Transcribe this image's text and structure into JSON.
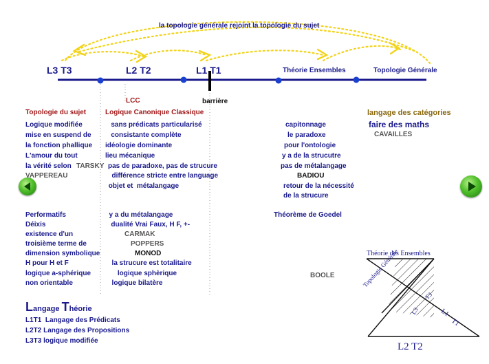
{
  "arc_title": "la topologie générale rejoint la topologie du sujet",
  "axis": {
    "l3t3": "L3 T3",
    "l2t2": "L2 T2",
    "l1t1": "L1 T1",
    "theorie": "Théorie  Ensembles",
    "topologie": "Topologie Générale",
    "lcc": "LCC",
    "barriere": "barrière"
  },
  "col1": {
    "heading": "Topologie du sujet",
    "lines": [
      "Logique modifiée",
      "mise en suspend de",
      "la fonction phallique",
      "L'amour du tout",
      "la vérité selon"
    ],
    "tarsky": "TARSKY",
    "vappereau": "VAPPEREAU",
    "lines2": [
      "Performatifs",
      " Déixis",
      " existence d'un",
      " troisième terme de",
      " dimension symbolique",
      " H pour H et F",
      " logique a-sphérique",
      "non orientable"
    ]
  },
  "col2": {
    "heading": "Logique Canonique Classique",
    "lines": [
      "   sans prédicats particularisé",
      "   consistante complète",
      "idéologie dominante",
      "lieu mécanique",
      "pas de paradoxe, pas de strucure",
      "  différence stricte entre language",
      " objet et  métalangage"
    ],
    "lines2": [
      "  y a du métalangage",
      "   dualité Vrai Faux, H F, +-"
    ],
    "carmak": "CARMAK",
    "poppers": "POPPERS",
    "monod": "MONOD",
    "lines3": [
      "  la strucure est totalitaire",
      "     logique sphèrique",
      "  logique bilatère"
    ]
  },
  "col3": {
    "lines": [
      "capitonnage",
      "le paradoxe",
      "pour l'ontologie",
      "y a de la strucutre",
      "pas de métalangage"
    ],
    "badiou": "BADIOU",
    "lines2": [
      "retour de la nécessité",
      "de la strucure"
    ],
    "goedel": "Théorème de Goedel",
    "boole": "BOOLE"
  },
  "col4": {
    "langage": "langage des catégories",
    "faire": "faire des maths",
    "cavailles": "CAVAILLES"
  },
  "legend": {
    "big_l": "L",
    "angage": "angage ",
    "big_t": "T",
    "heorie": "héorie",
    "rows": [
      "L1T1  Langage des Prédicats",
      "L2T2 Langage des Propositions",
      "L3T3 logique modifiée"
    ]
  },
  "mini_diagram": {
    "top": "Théorie des Ensembles",
    "diag": "Topologie Générale",
    "l3": "L3",
    "t3": "T3",
    "l1": "L1",
    "t1": "T1",
    "bottom": "L2 T2"
  },
  "nav": {
    "prev": "previous",
    "next": "next"
  },
  "colors": {
    "axis": "#1a1a8c",
    "arcs": "#f2d31a",
    "heading_red": "#a01818",
    "heading_gold": "#8a6a10",
    "nav_green": "#4fbf2a"
  }
}
